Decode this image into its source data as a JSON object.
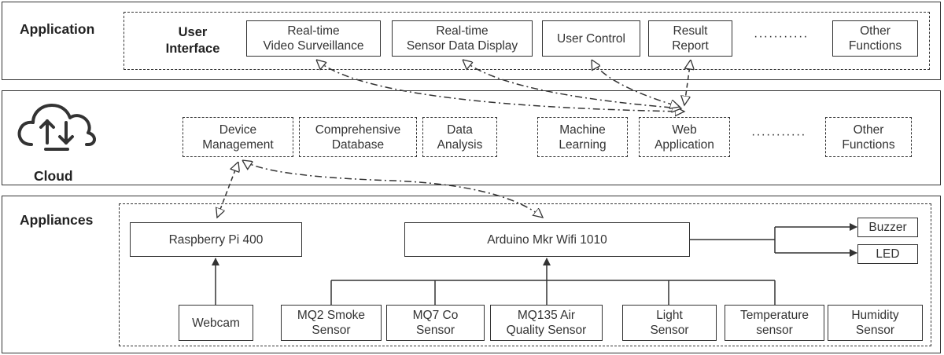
{
  "layers": {
    "application": {
      "title": "Application"
    },
    "cloud": {
      "title": "Cloud"
    },
    "appliances": {
      "title": "Appliances"
    }
  },
  "user_interface": {
    "label": "User\nInterface",
    "items": [
      {
        "label": "Real-time\nVideo Surveillance"
      },
      {
        "label": "Real-time\nSensor Data Display"
      },
      {
        "label": "User Control"
      },
      {
        "label": "Result\nReport"
      },
      {
        "label": "Other\nFunctions"
      }
    ],
    "ellipsis": "···········"
  },
  "cloud_services": {
    "items": [
      {
        "label": "Device\nManagement"
      },
      {
        "label": "Comprehensive\nDatabase"
      },
      {
        "label": "Data\nAnalysis"
      },
      {
        "label": "Machine\nLearning"
      },
      {
        "label": "Web\nApplication"
      },
      {
        "label": "Other\nFunctions"
      }
    ],
    "ellipsis": "···········"
  },
  "devices": {
    "raspberry": "Raspberry Pi 400",
    "arduino": "Arduino Mkr Wifi 1010",
    "buzzer": "Buzzer",
    "led": "LED",
    "webcam": "Webcam",
    "sensors": [
      {
        "label": "MQ2 Smoke\nSensor"
      },
      {
        "label": "MQ7 Co\nSensor"
      },
      {
        "label": "MQ135 Air\nQuality Sensor"
      },
      {
        "label": "Light\nSensor"
      },
      {
        "label": "Temperature\nsensor"
      },
      {
        "label": "Humidity\nSensor"
      }
    ]
  },
  "colors": {
    "line": "#333333",
    "background": "#ffffff"
  },
  "icons": {
    "cloud": "cloud-upload-download-icon"
  }
}
